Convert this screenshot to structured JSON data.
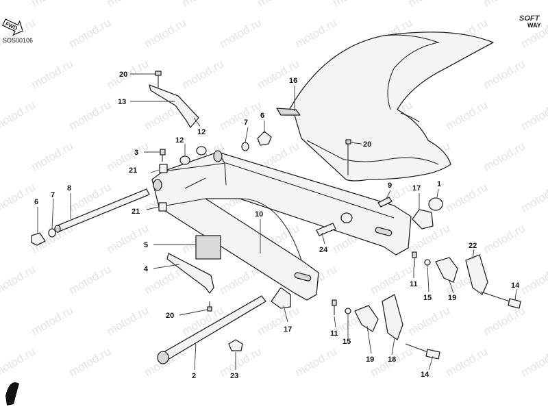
{
  "header": {
    "direction_badge": "FWD",
    "diagram_code": "SOS00106"
  },
  "brand": {
    "line1": "SOFT",
    "line2": "WAY"
  },
  "watermark": {
    "text": "motod.ru"
  },
  "icons": {
    "direction": "arrow-badge-icon",
    "corner": "tank-silhouette-icon"
  },
  "callouts": [
    {
      "id": "c20a",
      "label": "20"
    },
    {
      "id": "c13",
      "label": "13"
    },
    {
      "id": "c12a",
      "label": "12"
    },
    {
      "id": "c3",
      "label": "3"
    },
    {
      "id": "c12b",
      "label": "12"
    },
    {
      "id": "c21a",
      "label": "21"
    },
    {
      "id": "c8",
      "label": "8"
    },
    {
      "id": "c6a",
      "label": "6"
    },
    {
      "id": "c7a",
      "label": "7"
    },
    {
      "id": "c21b",
      "label": "21"
    },
    {
      "id": "c6b",
      "label": "6"
    },
    {
      "id": "c7b",
      "label": "7"
    },
    {
      "id": "c16",
      "label": "16"
    },
    {
      "id": "c20b",
      "label": "20"
    },
    {
      "id": "c9",
      "label": "9"
    },
    {
      "id": "c17a",
      "label": "17"
    },
    {
      "id": "c1",
      "label": "1"
    },
    {
      "id": "c10",
      "label": "10"
    },
    {
      "id": "c24",
      "label": "24"
    },
    {
      "id": "c5",
      "label": "5"
    },
    {
      "id": "c4",
      "label": "4"
    },
    {
      "id": "c20c",
      "label": "20"
    },
    {
      "id": "c17b",
      "label": "17"
    },
    {
      "id": "c22",
      "label": "22"
    },
    {
      "id": "c11a",
      "label": "11"
    },
    {
      "id": "c15a",
      "label": "15"
    },
    {
      "id": "c19a",
      "label": "19"
    },
    {
      "id": "c14a",
      "label": "14"
    },
    {
      "id": "c11b",
      "label": "11"
    },
    {
      "id": "c15b",
      "label": "15"
    },
    {
      "id": "c19b",
      "label": "19"
    },
    {
      "id": "c18",
      "label": "18"
    },
    {
      "id": "c14b",
      "label": "14"
    },
    {
      "id": "c2",
      "label": "2"
    },
    {
      "id": "c23",
      "label": "23"
    }
  ],
  "colors": {
    "line": "#222222",
    "watermark": "#e3e3e3",
    "part_fill": "#f4f4f4"
  }
}
